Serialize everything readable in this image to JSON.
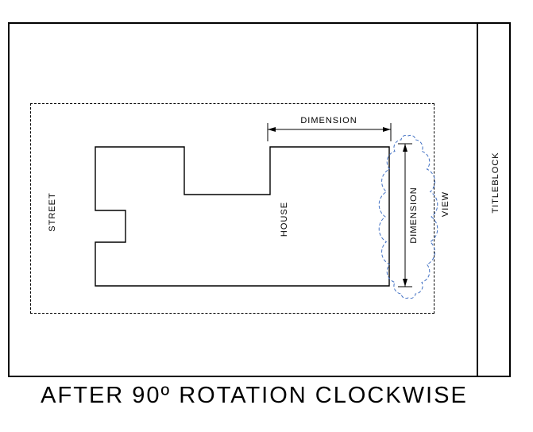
{
  "title": "AFTER 90º ROTATION CLOCKWISE",
  "labels": {
    "street": "STREET",
    "house": "HOUSE",
    "view": "VIEW",
    "titleblock": "TITLEBLOCK",
    "dimension_top": "DIMENSION",
    "dimension_right": "DIMENSION"
  },
  "colors": {
    "line": "#000000",
    "cloud": "#4472c4",
    "background": "#ffffff"
  }
}
